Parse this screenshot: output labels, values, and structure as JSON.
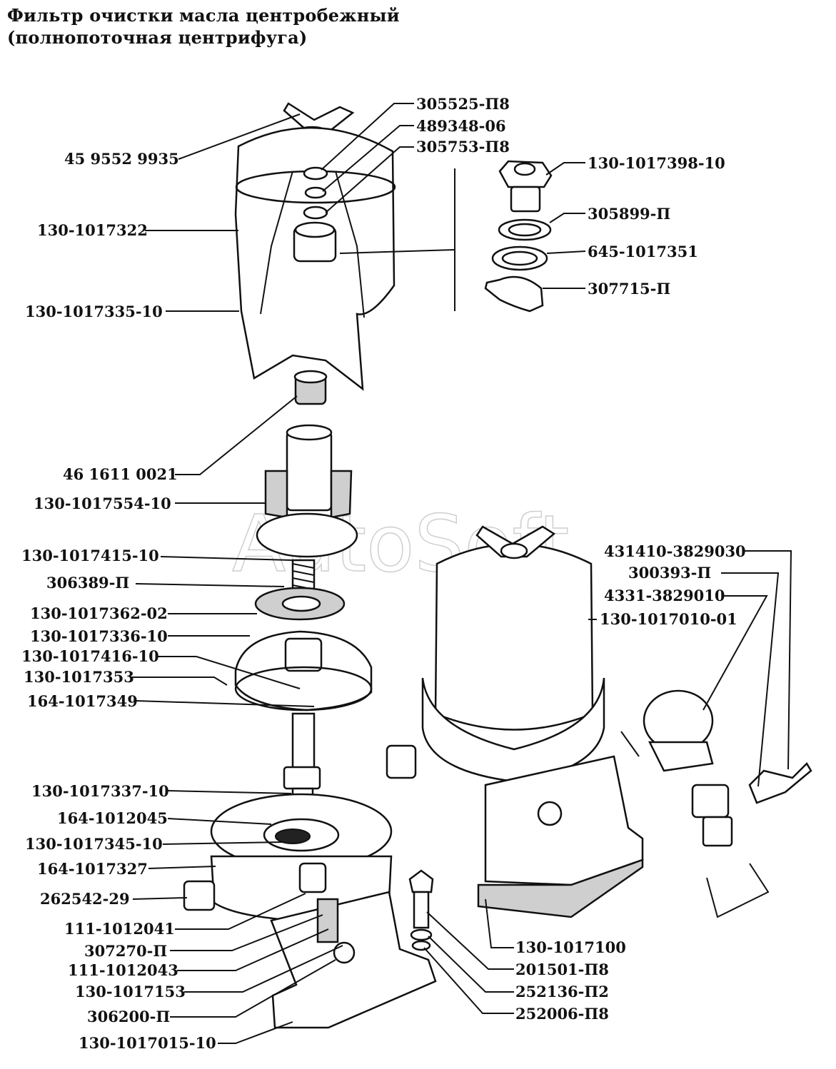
{
  "title": {
    "line1": "Фильтр очистки масла центробежный",
    "line2": "(полнопоточная центрифуга)"
  },
  "watermark": "AutoSoft",
  "labels": [
    {
      "id": "l01",
      "text": "45 9552 9935"
    },
    {
      "id": "l02",
      "text": "305525-П8"
    },
    {
      "id": "l03",
      "text": "489348-06"
    },
    {
      "id": "l04",
      "text": "305753-П8"
    },
    {
      "id": "l05",
      "text": "130-1017398-10"
    },
    {
      "id": "l06",
      "text": "130-1017322"
    },
    {
      "id": "l07",
      "text": "305899-П"
    },
    {
      "id": "l08",
      "text": "645-1017351"
    },
    {
      "id": "l09",
      "text": "307715-П"
    },
    {
      "id": "l10",
      "text": "130-1017335-10"
    },
    {
      "id": "l11",
      "text": "46 1611 0021"
    },
    {
      "id": "l12",
      "text": "130-1017554-10"
    },
    {
      "id": "l13",
      "text": "130-1017415-10"
    },
    {
      "id": "l14",
      "text": "306389-П"
    },
    {
      "id": "l15",
      "text": "130-1017362-02"
    },
    {
      "id": "l16",
      "text": "130-1017336-10"
    },
    {
      "id": "l17",
      "text": "130-1017416-10"
    },
    {
      "id": "l18",
      "text": "130-1017353"
    },
    {
      "id": "l19",
      "text": "164-1017349"
    },
    {
      "id": "l20",
      "text": "431410-3829030"
    },
    {
      "id": "l21",
      "text": "300393-П"
    },
    {
      "id": "l22",
      "text": "4331-3829010"
    },
    {
      "id": "l23",
      "text": "130-1017010-01"
    },
    {
      "id": "l24",
      "text": "130-1017337-10"
    },
    {
      "id": "l25",
      "text": "164-1012045"
    },
    {
      "id": "l26",
      "text": "130-1017345-10"
    },
    {
      "id": "l27",
      "text": "164-1017327"
    },
    {
      "id": "l28",
      "text": "262542-29"
    },
    {
      "id": "l29",
      "text": "111-1012041"
    },
    {
      "id": "l30",
      "text": "307270-П"
    },
    {
      "id": "l31",
      "text": "111-1012043"
    },
    {
      "id": "l32",
      "text": "130-1017153"
    },
    {
      "id": "l33",
      "text": "306200-П"
    },
    {
      "id": "l34",
      "text": "130-1017015-10"
    },
    {
      "id": "l35",
      "text": "130-1017100"
    },
    {
      "id": "l36",
      "text": "201501-П8"
    },
    {
      "id": "l37",
      "text": "252136-П2"
    },
    {
      "id": "l38",
      "text": "252006-П8"
    }
  ]
}
